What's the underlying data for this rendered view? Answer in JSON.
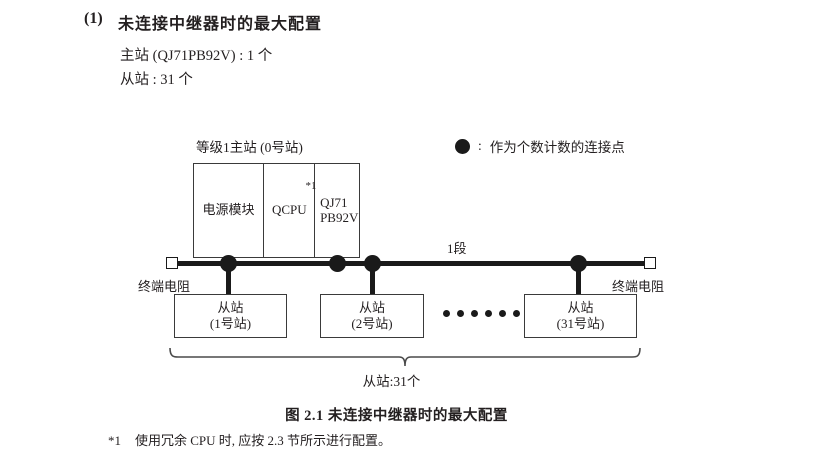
{
  "heading": {
    "number": "(1)",
    "title": "未连接中继器时的最大配置",
    "spec_master": "主站 (QJ71PB92V) : 1 个",
    "spec_slave": "从站 : 31 个"
  },
  "legend": {
    "icon": "filled-circle-icon",
    "separator": ":",
    "text": "作为个数计数的连接点"
  },
  "diagram": {
    "master_label": "等级1主站 (0号站)",
    "rack": {
      "power_module": "电源模块",
      "cpu_module": "QCPU",
      "cpu_footnote_mark": "*1",
      "network_module_line1": "QJ71",
      "network_module_line2": "PB92V"
    },
    "segment_label": "1段",
    "terminator_left": "终端电阻",
    "terminator_right": "终端电阻",
    "slaves": [
      {
        "name": "从站",
        "station": "(1号站)"
      },
      {
        "name": "从站",
        "station": "(2号站)"
      },
      {
        "name": "从站",
        "station": "(31号站)"
      }
    ],
    "ellipsis_dot_count": 6,
    "brace_label": "从站:31个"
  },
  "caption": "图 2.1  未连接中继器时的最大配置",
  "footnote": {
    "mark": "*1",
    "text": "使用冗余 CPU 时, 应按 2.3 节所示进行配置。"
  },
  "colors": {
    "ink": "#231f20",
    "line": "#1a1a1a",
    "box_border": "#3a3a3a",
    "background": "#ffffff"
  }
}
